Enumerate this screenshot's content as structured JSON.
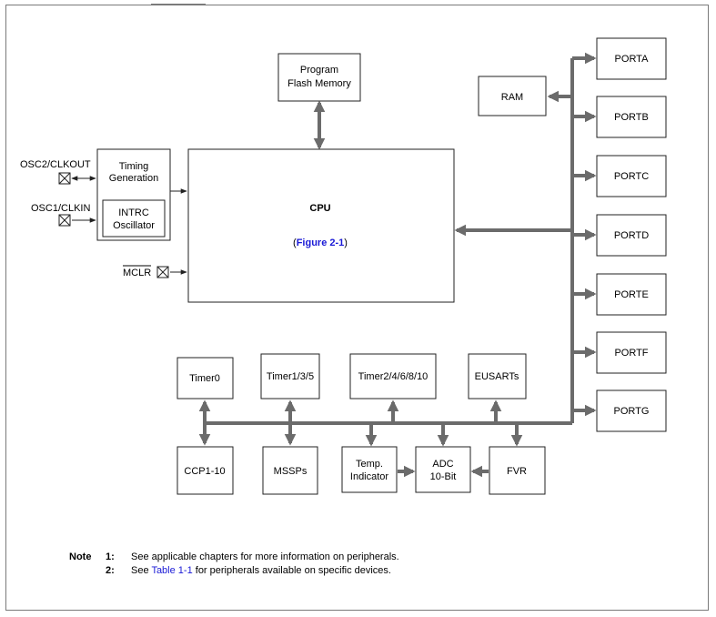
{
  "blocks": {
    "program_memory": [
      "Program",
      "Flash Memory"
    ],
    "ram": "RAM",
    "cpu": "CPU",
    "cpu_ref_open": "(",
    "cpu_ref_link": "Figure 2-1",
    "cpu_ref_close": ")",
    "timing": [
      "Timing",
      "Generation"
    ],
    "intrc": [
      "INTRC",
      "Oscillator"
    ],
    "ports": [
      "PORTA",
      "PORTB",
      "PORTC",
      "PORTD",
      "PORTE",
      "PORTF",
      "PORTG"
    ],
    "timer0": "Timer0",
    "timer135": "Timer1/3/5",
    "timer246": "Timer2/4/6/8/10",
    "eusarts": "EUSARTs",
    "ccp": "CCP1-10",
    "mssps": "MSSPs",
    "temp": [
      "Temp.",
      "Indicator"
    ],
    "adc": [
      "ADC",
      "10-Bit"
    ],
    "fvr": "FVR"
  },
  "pins": {
    "osc2": "OSC2/CLKOUT",
    "osc1": "OSC1/CLKIN",
    "mclr": "MCLR"
  },
  "note": {
    "label": "Note",
    "items": [
      {
        "num": "1:",
        "text": "See applicable chapters for more information on peripherals."
      },
      {
        "num": "2:",
        "pre": "See ",
        "link": "Table 1-1",
        "post": " for peripherals available on specific devices."
      }
    ]
  },
  "colors": {
    "bus": "#6b6b6b",
    "link": "#1a1ad6"
  }
}
